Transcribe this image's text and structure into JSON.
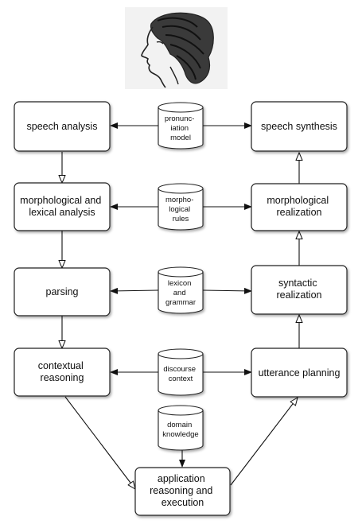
{
  "boxes": {
    "speech_analysis": [
      "speech analysis"
    ],
    "morph_lexical_analysis": [
      "morphological and",
      "lexical analysis"
    ],
    "parsing": [
      "parsing"
    ],
    "contextual_reasoning": [
      "contextual",
      "reasoning"
    ],
    "speech_synthesis": [
      "speech synthesis"
    ],
    "morph_realization": [
      "morphological",
      "realization"
    ],
    "syntactic_realization": [
      "syntactic",
      "realization"
    ],
    "utterance_planning": [
      "utterance planning"
    ],
    "application": [
      "application",
      "reasoning and",
      "execution"
    ]
  },
  "stores": {
    "pronunciation_model": [
      "pronunc-",
      "iation",
      "model"
    ],
    "morphological_rules": [
      "morpho-",
      "logical",
      "rules"
    ],
    "lexicon_grammar": [
      "lexicon",
      "and",
      "grammar"
    ],
    "discourse_context": [
      "discourse",
      "context"
    ],
    "domain_knowledge": [
      "domain",
      "knowledge"
    ]
  },
  "colors": {
    "stroke": "#222222",
    "background": "#ffffff",
    "sketch": "#333333"
  },
  "icons": {
    "header_image": "sketched-face-icon"
  }
}
